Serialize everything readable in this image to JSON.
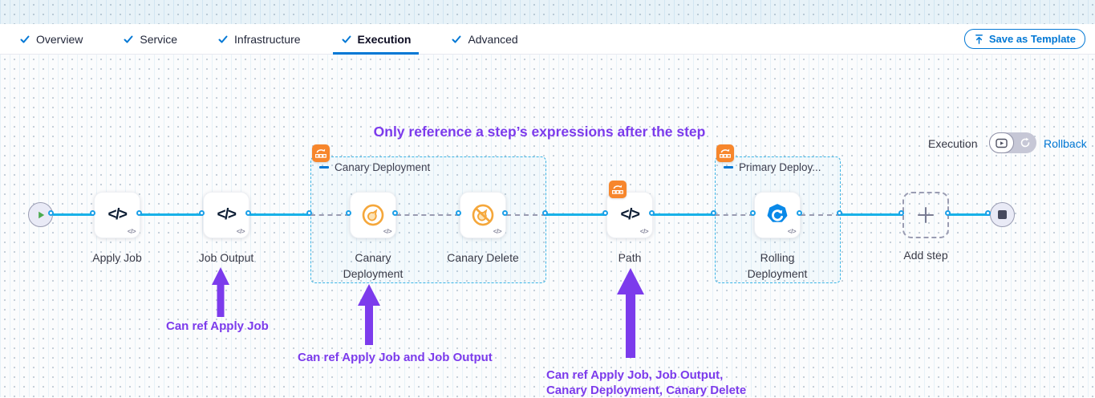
{
  "header": {
    "tabs": [
      {
        "label": "Overview"
      },
      {
        "label": "Service"
      },
      {
        "label": "Infrastructure"
      },
      {
        "label": "Execution"
      },
      {
        "label": "Advanced"
      }
    ],
    "save_as_template": "Save as Template"
  },
  "canvas_toolbar": {
    "execution_label": "Execution",
    "rollback_label": "Rollback"
  },
  "annotations": {
    "title": "Only reference a step’s expressions after the step",
    "note_job_output": "Can ref Apply Job",
    "note_canary": "Can ref Apply Job and Job Output",
    "note_path_line1": "Can ref Apply Job, Job Output,",
    "note_path_line2": "Canary Deployment, Canary Delete"
  },
  "pipeline": {
    "steps": {
      "apply_job": {
        "label": "Apply Job"
      },
      "job_output": {
        "label": "Job Output"
      },
      "canary_deployment": {
        "label": "Canary Deployment"
      },
      "canary_delete": {
        "label": "Canary Delete"
      },
      "path": {
        "label": "Path"
      },
      "rolling_deployment": {
        "label": "Rolling Deployment"
      }
    },
    "groups": {
      "canary": {
        "label": "Canary Deployment"
      },
      "primary": {
        "label": "Primary Deploy..."
      }
    },
    "add_step": {
      "label": "Add step"
    }
  },
  "icons": {
    "code_glyph": "</>"
  },
  "colors": {
    "accent_blue": "#0278d5",
    "connector_blue": "#18b1e8",
    "annotation_purple": "#7c3bec",
    "looping_badge_orange": "#f7862c",
    "canary_orange": "#f5a73b",
    "rolling_blue": "#0a89e8",
    "topband_blue": "#e7f2f8"
  }
}
